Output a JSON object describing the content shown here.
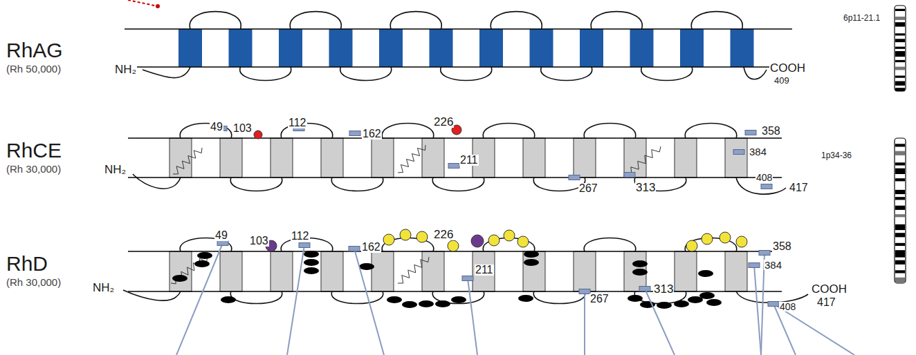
{
  "diagram": {
    "labels": [
      "RhAG",
      "(Rh 50,000)",
      "6p11-21.1",
      "NH₂",
      "COOH",
      "409",
      "49",
      "103",
      "112",
      "162",
      "226",
      "358",
      "RhCE",
      "(Rh 30,000)",
      "211",
      "1p34-36",
      "384",
      "NH₂",
      "267",
      "313",
      "408",
      "417",
      "49",
      "103",
      "112",
      "226",
      "162",
      "358",
      "RhD",
      "(Rh 30,000)",
      "211",
      "384",
      "NH₂",
      "267",
      "313",
      "COOH",
      "408",
      "417"
    ]
  }
}
